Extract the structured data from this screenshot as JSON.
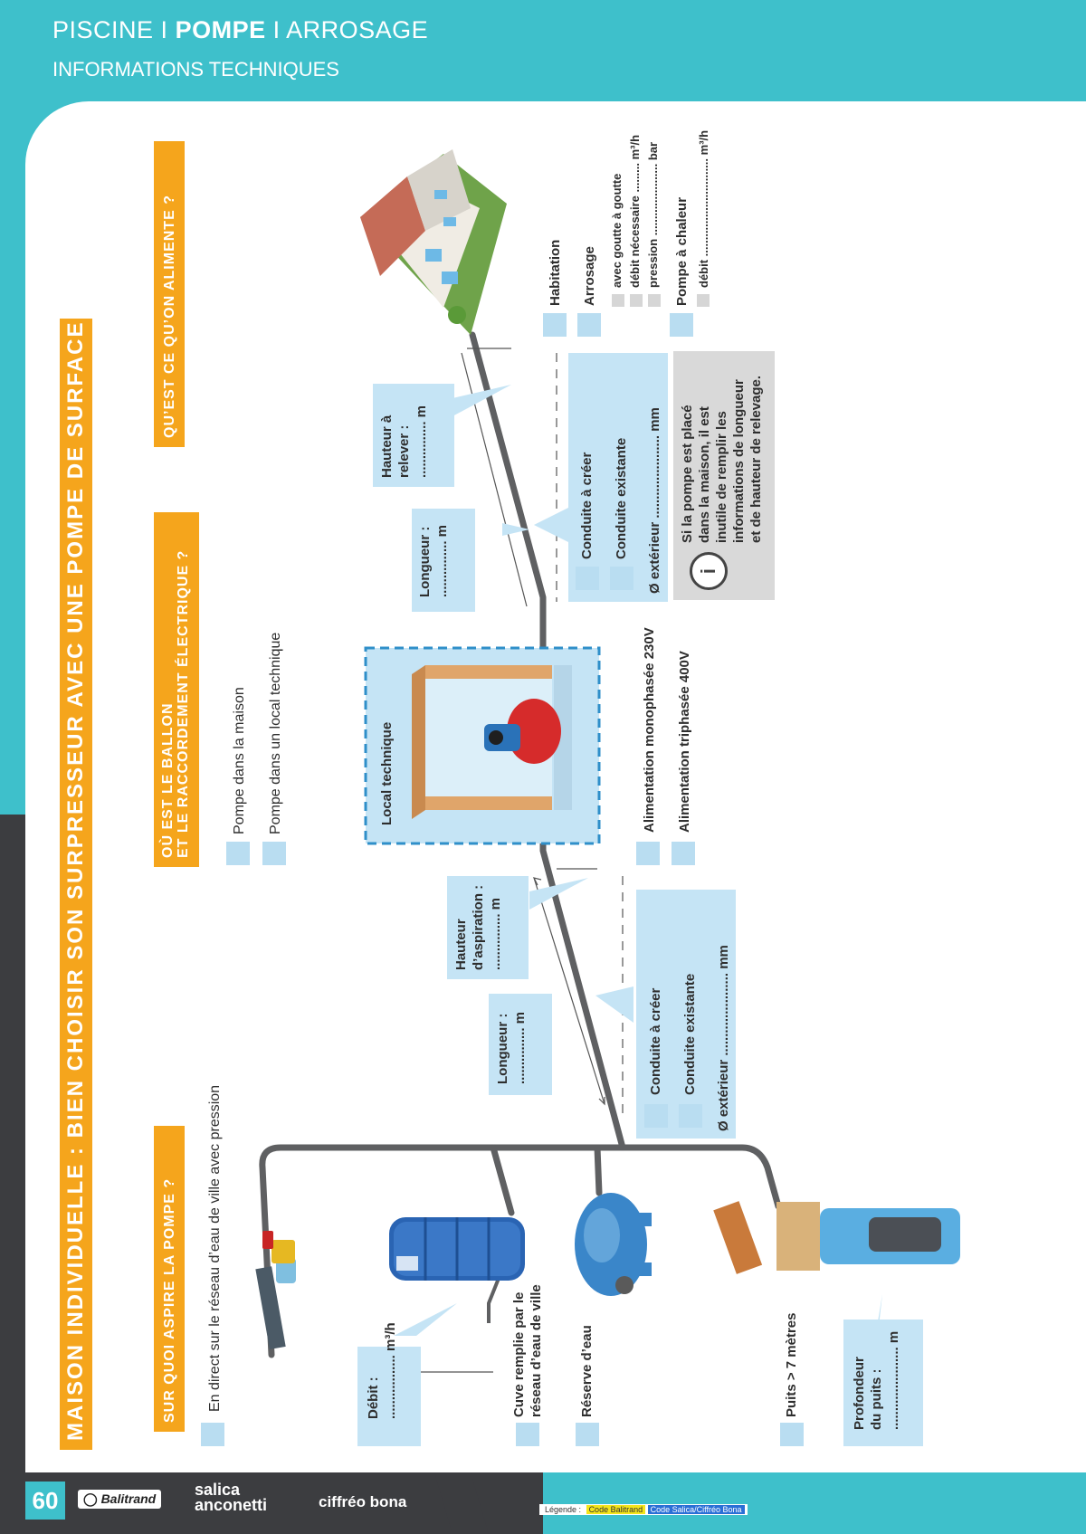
{
  "header": {
    "cat1": "PISCINE",
    "sep": "I",
    "cat2": "POMPE",
    "cat3": "ARROSAGE",
    "subtitle": "INFORMATIONS TECHNIQUES"
  },
  "main_title": "MAISON INDIVIDUELLE : BIEN CHOISIR SON SURPRESSEUR AVEC UNE POMPE DE SURFACE",
  "sections": {
    "source": {
      "title": "SUR QUOI ASPIRE LA POMPE ?",
      "options": [
        "En direct sur le réseau d’eau de ville avec pression",
        "Cuve remplie par le",
        "réseau d’eau de ville",
        "Réserve d’eau",
        "Puits > 7 mètres"
      ]
    },
    "location": {
      "title_line1": "OÙ EST LE BALLON",
      "title_line2": "ET LE RACCORDEMENT ÉLECTRIQUE ?",
      "options": [
        "Pompe dans la maison",
        "Pompe dans un local technique"
      ]
    },
    "supply": {
      "title": "QU’EST CE QU’ON ALIMENTE ?"
    }
  },
  "labels": {
    "debit_label": "Débit :",
    "debit_value": "................. m³/h",
    "profondeur_line1": "Profondeur",
    "profondeur_line2": "du puits :",
    "profondeur_value": "...................... m",
    "longueur1_label": "Longueur :",
    "longueur1_value": "............... m",
    "hauteur_asp_line1": "Hauteur",
    "hauteur_asp_line2": "d’aspiration :",
    "hauteur_asp_value": "............... m",
    "conduite_creer": "Conduite à créer",
    "conduite_existante": "Conduite existante",
    "diam_ext_aspiration": "Ø extérieur ...................... mm",
    "local_technique": "Local technique",
    "alim_mono": "Alimentation monophasée 230V",
    "alim_tri": "Alimentation triphasée 400V",
    "longueur2_label": "Longueur :",
    "longueur2_value": "............... m",
    "hauteur_rel_line1": "Hauteur à",
    "hauteur_rel_line2": "relever :",
    "hauteur_rel_value": "............... m",
    "diam_ext_refoulement": "Ø extérieur ...................... mm",
    "info_line1": "Si la pompe est placé",
    "info_line2": "dans la maison, il est",
    "info_line3": "inutile de remplir les",
    "info_line4": "informations de longueur",
    "info_line5": "et de hauteur de relevage.",
    "info_icon": "i"
  },
  "alimente": {
    "habitation": "Habitation",
    "arrosage": "Arrosage",
    "goutte": "avec goutte à goutte",
    "debit_necessaire": "débit nécessaire ......... m³/h",
    "pression": "pression ...................... bar",
    "pompe_chaleur": "Pompe à chaleur",
    "debit_pac": "débit .............................. m³/h"
  },
  "footer": {
    "page_number": "60",
    "brand1": "Balitrand",
    "brand2_line1": "salica",
    "brand2_line2": "anconetti",
    "brand3": "ciffréo bona",
    "legend_label": "Légende :",
    "legend_code1": "Code Balitrand",
    "legend_code2": "Code Salica/Ciffréo Bona"
  },
  "colors": {
    "teal": "#3ec0cb",
    "orange": "#f5a51c",
    "light_blue": "#c5e4f5",
    "dark_gray": "#3c3d40"
  }
}
